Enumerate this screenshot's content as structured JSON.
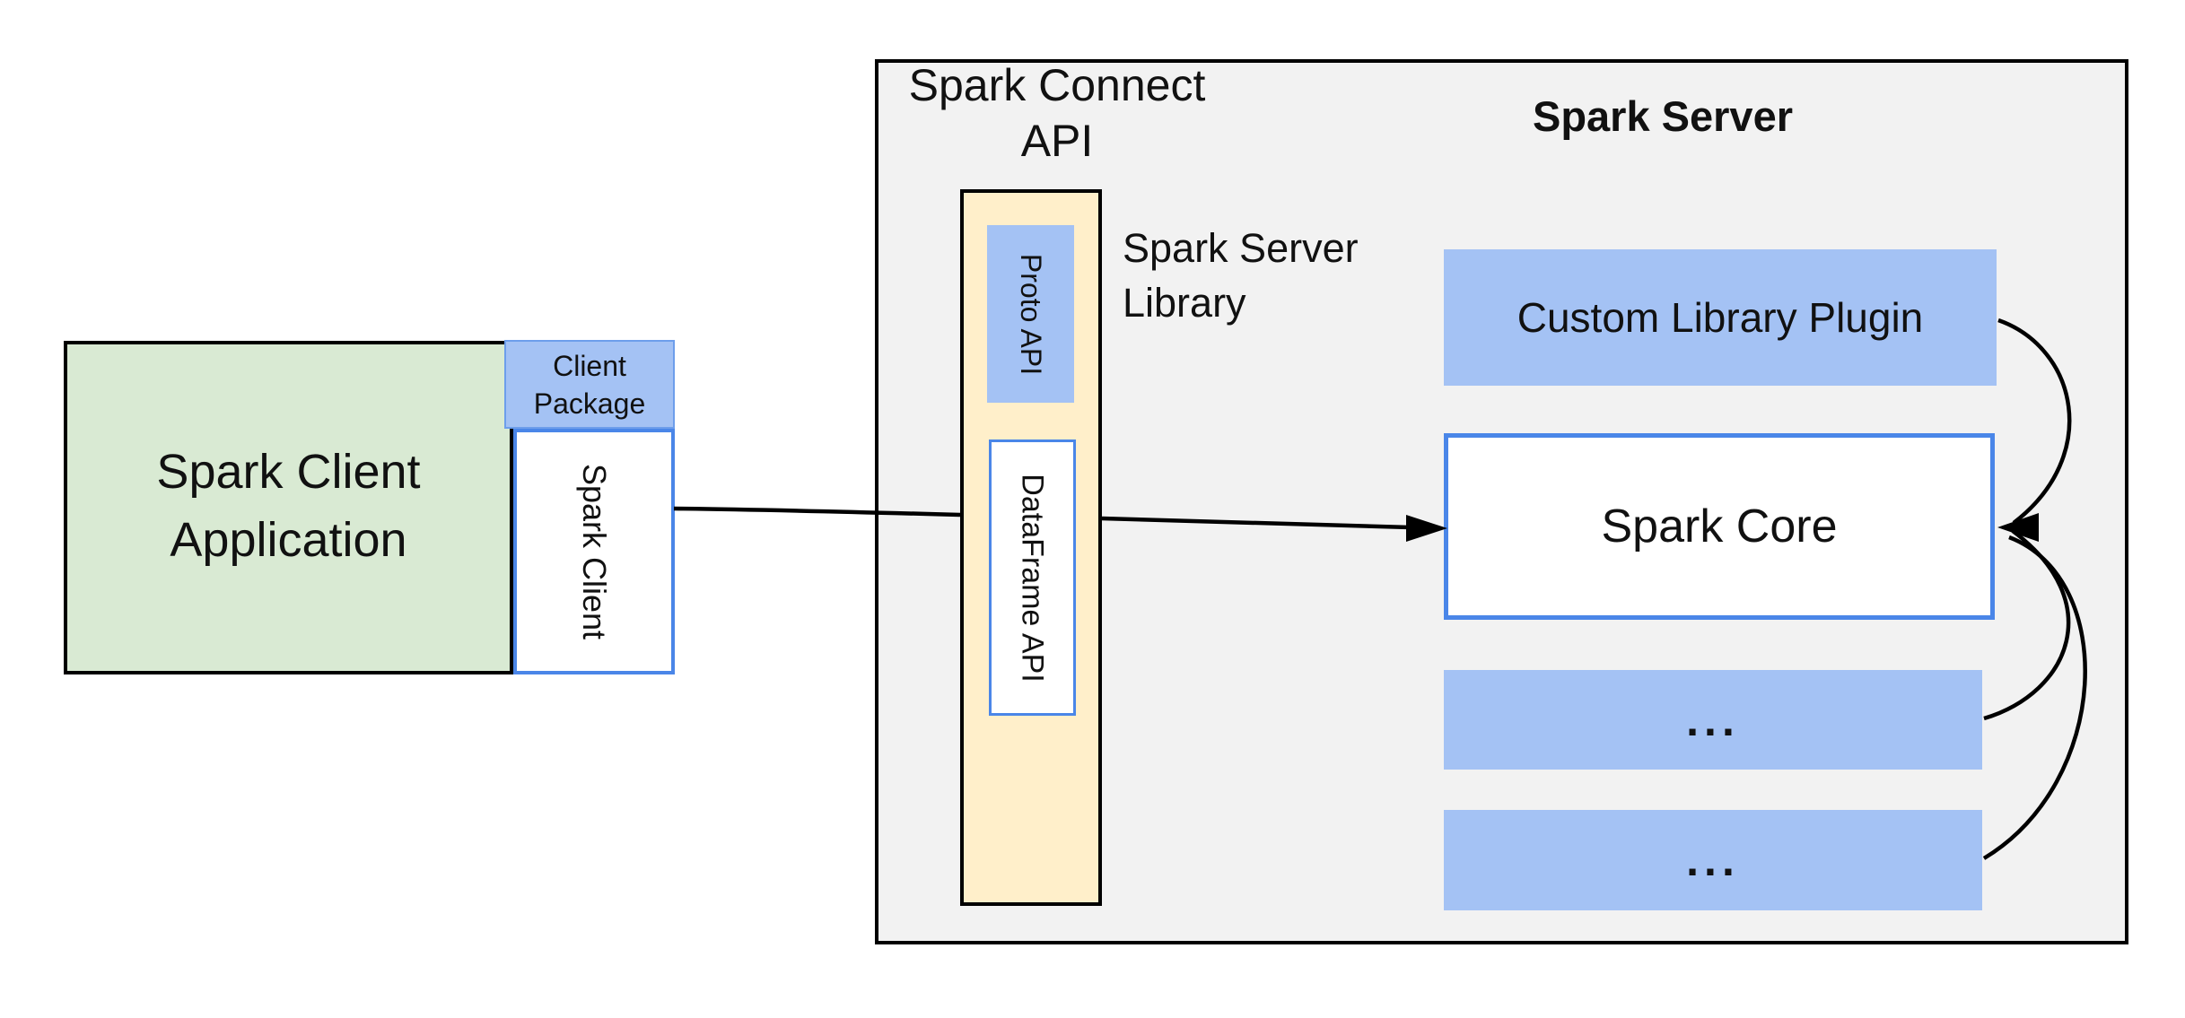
{
  "colors": {
    "green_fill": "#d9ead3",
    "blue_fill": "#a4c2f4",
    "yellow_fill": "#ffefca",
    "panel_fill": "#f2f2f2",
    "blue_border": "#4a86e8",
    "line_color": "#000000",
    "text_color": "#111111"
  },
  "client": {
    "app_title_line1": "Spark Client",
    "app_title_line2": "Application",
    "package_line1": "Client",
    "package_line2": "Package",
    "spark_client_label": "Spark Client"
  },
  "connect_api": {
    "title_line1": "Spark Connect",
    "title_line2": "API",
    "proto_api_label": "Proto API",
    "dataframe_api_label": "DataFrame API",
    "server_library_line1": "Spark Server",
    "server_library_line2": "Library"
  },
  "server": {
    "title": "Spark Server",
    "custom_plugin_label": "Custom Library Plugin",
    "spark_core_label": "Spark Core",
    "module_placeholder_1": "...",
    "module_placeholder_2": "..."
  }
}
